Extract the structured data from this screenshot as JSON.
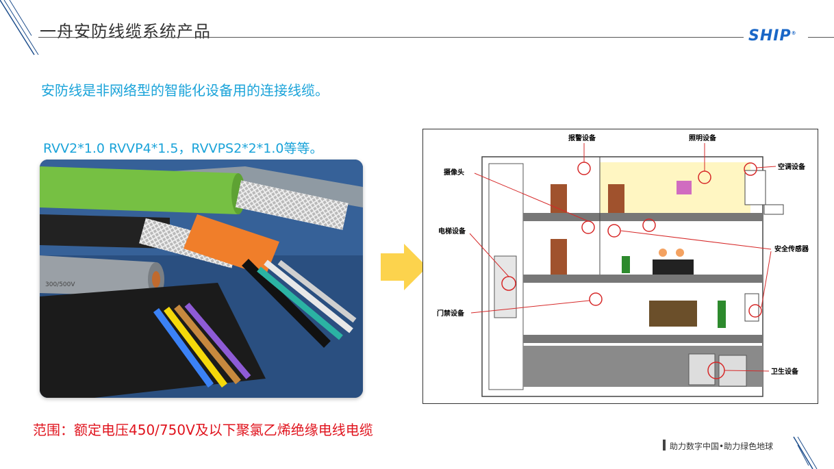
{
  "header": {
    "title": "一舟安防线缆系统产品",
    "logo": "SHIP",
    "logo_mark": "®"
  },
  "intro": "安防线是非网络型的智能化设备用的连接线缆。",
  "models": "RVV2*1.0  RVVP4*1.5，RVVPS2*2*1.0等等。",
  "cable_label": "300/500V",
  "diagram_labels": {
    "alarm": "报警设备",
    "lighting": "照明设备",
    "camera": "摄像头",
    "ac": "空调设备",
    "elevator": "电梯设备",
    "sensor": "安全传感器",
    "access": "门禁设备",
    "sanitary": "卫生设备"
  },
  "scope": "范围：额定电压450/750V及以下聚氯乙烯绝缘电线电缆",
  "footer": "助力数字中国•助力绿色地球",
  "colors": {
    "accent": "#1aa3d9",
    "scope": "#e0141e",
    "logo": "#1a67c7",
    "arrow": "#fcd34d"
  }
}
